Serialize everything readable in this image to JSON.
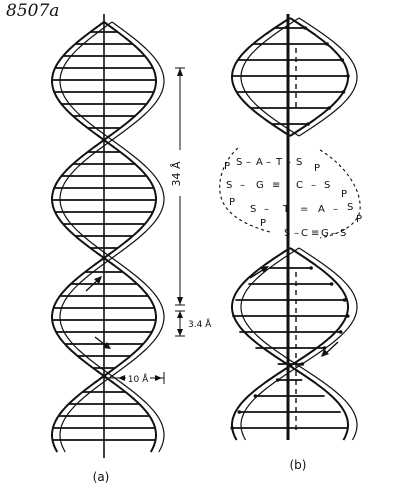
{
  "handwritten_id": "8507a",
  "panel_a": {
    "caption": "(a)",
    "dim_pitch": "34 Å",
    "dim_rise": "3.4 Å",
    "dim_diameter": "10 Å"
  },
  "panel_b": {
    "caption": "(b)",
    "chain_rows": [
      [
        "P",
        "S",
        "–",
        "A",
        "–",
        "T",
        "–",
        "S",
        "P"
      ],
      [
        "S",
        "–",
        "G",
        "≡",
        "C",
        "–",
        "S",
        "P"
      ],
      [
        "P",
        "S",
        "–",
        "T",
        "=",
        "A",
        "–",
        "S",
        "P"
      ],
      [
        "P",
        "S",
        "–",
        "C",
        "≡",
        "G",
        "–",
        "S"
      ]
    ]
  },
  "colors": {
    "ink": "#111111",
    "paper": "#ffffff"
  }
}
